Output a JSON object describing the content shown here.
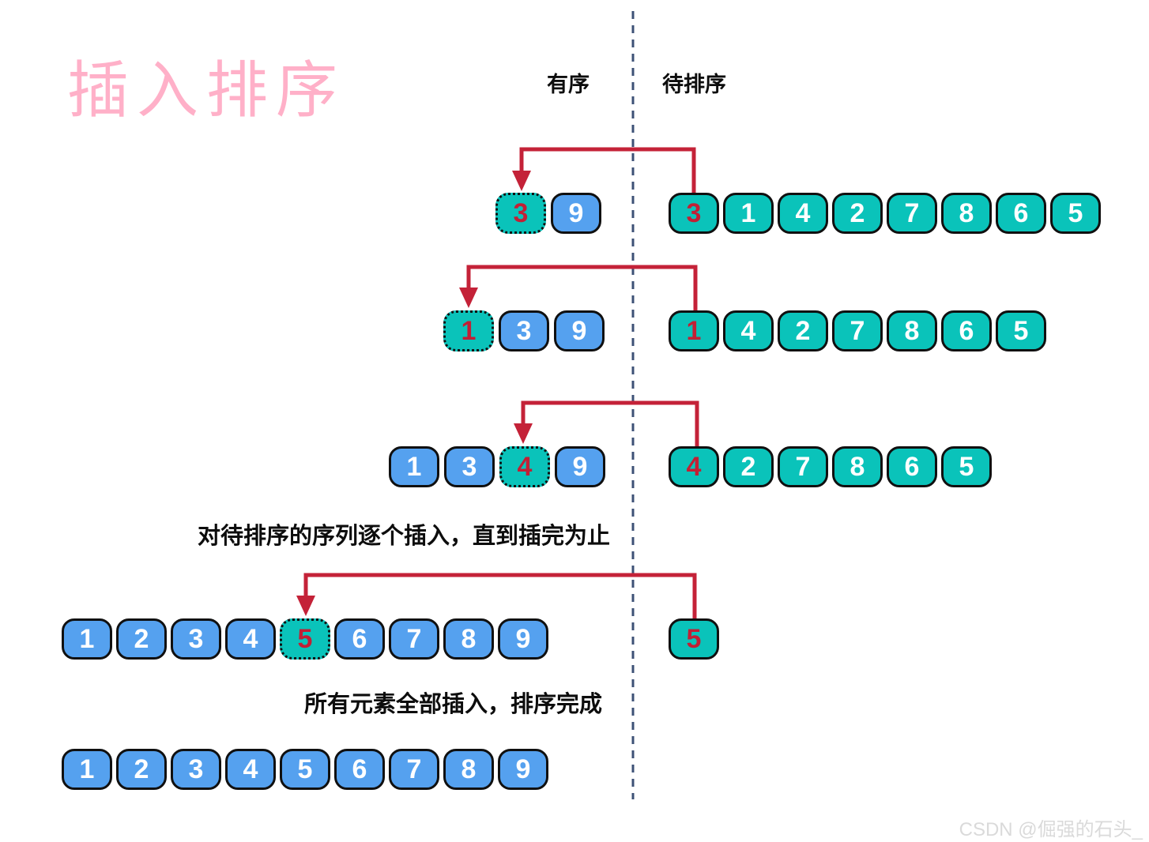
{
  "title": "插入排序",
  "columns": {
    "sorted_label": "有序",
    "unsorted_label": "待排序"
  },
  "captions": {
    "progress": "对待排序的序列逐个插入，直到插完为止",
    "done": "所有元素全部插入，排序完成"
  },
  "watermark": "CSDN @倔强的石头_",
  "colors": {
    "teal_box": "#0ac3ba",
    "blue_box": "#55a1ef",
    "red_number": "#c21f35",
    "arrow_red": "#c42238",
    "title_pink": "#ffb0c8",
    "divider_navy": "#3d5176",
    "box_border": "#101010"
  },
  "steps": [
    {
      "sorted": [
        {
          "value": "3",
          "kind": "inserted"
        },
        {
          "value": "9",
          "kind": "blue"
        }
      ],
      "unsorted": [
        {
          "value": "3",
          "kind": "moving"
        },
        {
          "value": "1",
          "kind": "teal"
        },
        {
          "value": "4",
          "kind": "teal"
        },
        {
          "value": "2",
          "kind": "teal"
        },
        {
          "value": "7",
          "kind": "teal"
        },
        {
          "value": "8",
          "kind": "teal"
        },
        {
          "value": "6",
          "kind": "teal"
        },
        {
          "value": "5",
          "kind": "teal"
        }
      ]
    },
    {
      "sorted": [
        {
          "value": "1",
          "kind": "inserted"
        },
        {
          "value": "3",
          "kind": "blue"
        },
        {
          "value": "9",
          "kind": "blue"
        }
      ],
      "unsorted": [
        {
          "value": "1",
          "kind": "moving"
        },
        {
          "value": "4",
          "kind": "teal"
        },
        {
          "value": "2",
          "kind": "teal"
        },
        {
          "value": "7",
          "kind": "teal"
        },
        {
          "value": "8",
          "kind": "teal"
        },
        {
          "value": "6",
          "kind": "teal"
        },
        {
          "value": "5",
          "kind": "teal"
        }
      ]
    },
    {
      "sorted": [
        {
          "value": "1",
          "kind": "blue"
        },
        {
          "value": "3",
          "kind": "blue"
        },
        {
          "value": "4",
          "kind": "inserted"
        },
        {
          "value": "9",
          "kind": "blue"
        }
      ],
      "unsorted": [
        {
          "value": "4",
          "kind": "moving"
        },
        {
          "value": "2",
          "kind": "teal"
        },
        {
          "value": "7",
          "kind": "teal"
        },
        {
          "value": "8",
          "kind": "teal"
        },
        {
          "value": "6",
          "kind": "teal"
        },
        {
          "value": "5",
          "kind": "teal"
        }
      ]
    },
    {
      "sorted": [
        {
          "value": "1",
          "kind": "blue"
        },
        {
          "value": "2",
          "kind": "blue"
        },
        {
          "value": "3",
          "kind": "blue"
        },
        {
          "value": "4",
          "kind": "blue"
        },
        {
          "value": "5",
          "kind": "inserted"
        },
        {
          "value": "6",
          "kind": "blue"
        },
        {
          "value": "7",
          "kind": "blue"
        },
        {
          "value": "8",
          "kind": "blue"
        },
        {
          "value": "9",
          "kind": "blue"
        }
      ],
      "unsorted": [
        {
          "value": "5",
          "kind": "moving"
        }
      ]
    }
  ],
  "final_row": [
    {
      "value": "1",
      "kind": "blue"
    },
    {
      "value": "2",
      "kind": "blue"
    },
    {
      "value": "3",
      "kind": "blue"
    },
    {
      "value": "4",
      "kind": "blue"
    },
    {
      "value": "5",
      "kind": "blue"
    },
    {
      "value": "6",
      "kind": "blue"
    },
    {
      "value": "7",
      "kind": "blue"
    },
    {
      "value": "8",
      "kind": "blue"
    },
    {
      "value": "9",
      "kind": "blue"
    }
  ]
}
